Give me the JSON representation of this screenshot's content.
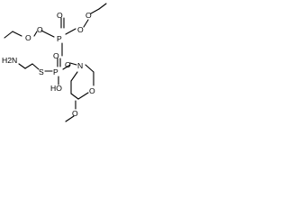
{
  "molecule": {
    "atoms": {
      "nh2": "H2N",
      "s": "S",
      "p_left": "P",
      "o_p_left_top": "O",
      "o_p_left_bottom": "O",
      "ho": "HO",
      "n": "N",
      "p_top": "P",
      "o_p_top": "O",
      "o_ethoxy_left": "O",
      "o_peroxy_left": "O",
      "o_ethoxy_right": "O",
      "o_peroxy_right": "O",
      "o_ring": "O",
      "o_methoxy": "O"
    }
  },
  "colors": {
    "ink": "#000000",
    "background": "#ffffff"
  }
}
